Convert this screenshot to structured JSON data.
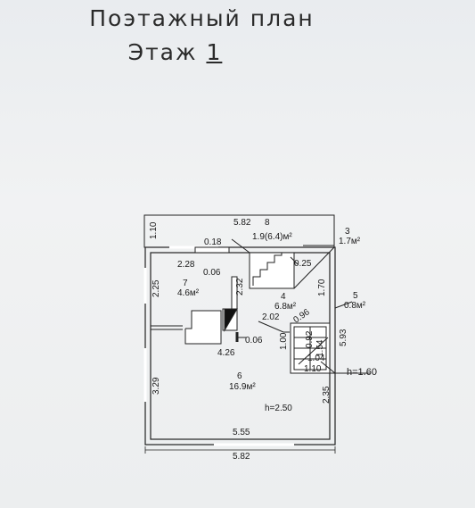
{
  "header": {
    "title": "Поэтажный план",
    "floor_label": "Этаж",
    "floor_number": "1"
  },
  "rooms": [
    {
      "number": "8",
      "area": "1.9(6.4)м²"
    },
    {
      "number": "3",
      "area": "1.7м²"
    },
    {
      "number": "7",
      "area": "4.6м²"
    },
    {
      "number": "4",
      "area": "6.8м²"
    },
    {
      "number": "5",
      "area": "0.8м²"
    },
    {
      "number": "6",
      "area": "16.9м²"
    }
  ],
  "dimensions": {
    "top_width": "5.82",
    "bottom_inner": "5.55",
    "bottom_outer": "5.82",
    "porch_depth": "1.10",
    "d018": "0.18",
    "d228": "2.28",
    "d006a": "0.06",
    "d232": "2.32",
    "d225": "2.25",
    "d025": "0.25",
    "d170": "1.70",
    "d202": "2.02",
    "d096": "0.96",
    "d100": "1.00",
    "d154": "1.54",
    "d092": "0.92",
    "d104": "1.04",
    "d110b": "1.10",
    "d593": "5.93",
    "d426": "4.26",
    "d006b": "0.06",
    "d329": "3.29",
    "d235": "2.35"
  },
  "heights": {
    "main": "h=2.50",
    "stair": "h=1.60"
  }
}
